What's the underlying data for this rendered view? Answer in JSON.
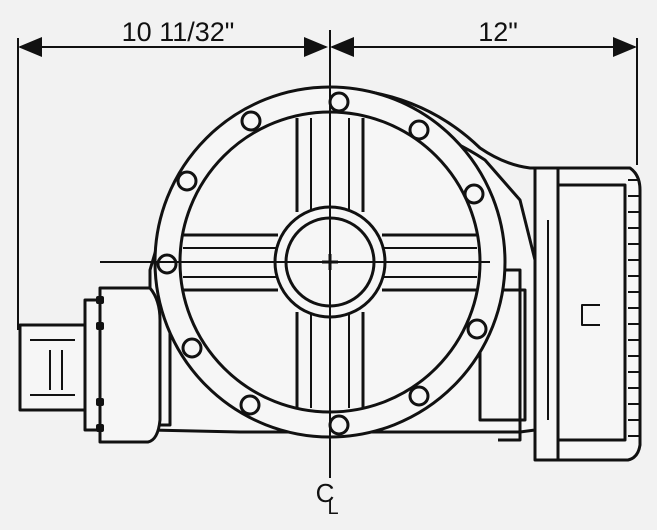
{
  "dimensions": {
    "left_width": "10 11/32\"",
    "right_width": "12\""
  },
  "centerline_symbol": "CL"
}
